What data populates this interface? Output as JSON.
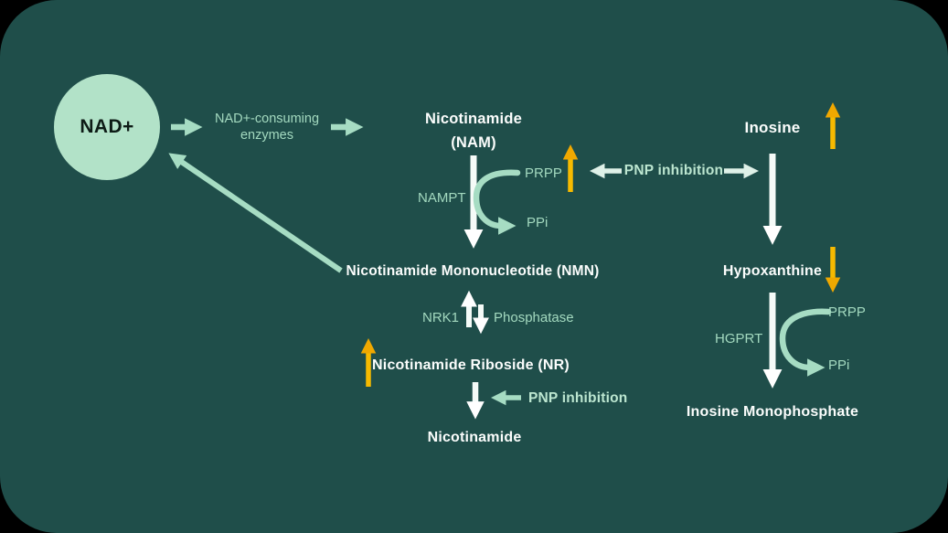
{
  "colors": {
    "page_bg": "#000000",
    "card_bg": "#1F4E4A",
    "nad_circle_fill": "#B2E2C8",
    "nad_text": "#0D1B16",
    "mint_arrow": "#A6DCC3",
    "mint_text": "#A3D9BF",
    "mint_bold_text": "#BCE6D0",
    "white_arrow": "#F5FBF8",
    "light_arrow": "#DFF1E8",
    "yellow_arrow": "#F7BA00",
    "node_text": "#FBFDFC"
  },
  "nodes": {
    "nad": {
      "label": "NAD+"
    },
    "consuming_enzymes": {
      "line1": "NAD+-consuming",
      "line2": "enzymes"
    },
    "nam": {
      "line1": "Nicotinamide",
      "line2": "(NAM)"
    },
    "nmn": {
      "label": "Nicotinamide Mononucleotide (NMN)"
    },
    "nr": {
      "label": "Nicotinamide Riboside (NR)"
    },
    "nicotinamide": {
      "label": "Nicotinamide"
    },
    "inosine": {
      "label": "Inosine"
    },
    "hypoxanthine": {
      "label": "Hypoxanthine"
    },
    "imp": {
      "label": "Inosine Monophosphate"
    }
  },
  "enzymes": {
    "nampt": "NAMPT",
    "nrk1": "NRK1",
    "phosphatase": "Phosphatase",
    "hgprt": "HGPRT"
  },
  "cofactors": {
    "nam_reaction": {
      "substrate": "PRPP",
      "byproduct": "PPi"
    },
    "hypoxanthine_reaction": {
      "substrate": "PRPP",
      "byproduct": "PPi"
    }
  },
  "annotations": {
    "pnp_inhibition_mid": "PNP inhibition",
    "pnp_inhibition_bottom": "PNP inhibition"
  }
}
